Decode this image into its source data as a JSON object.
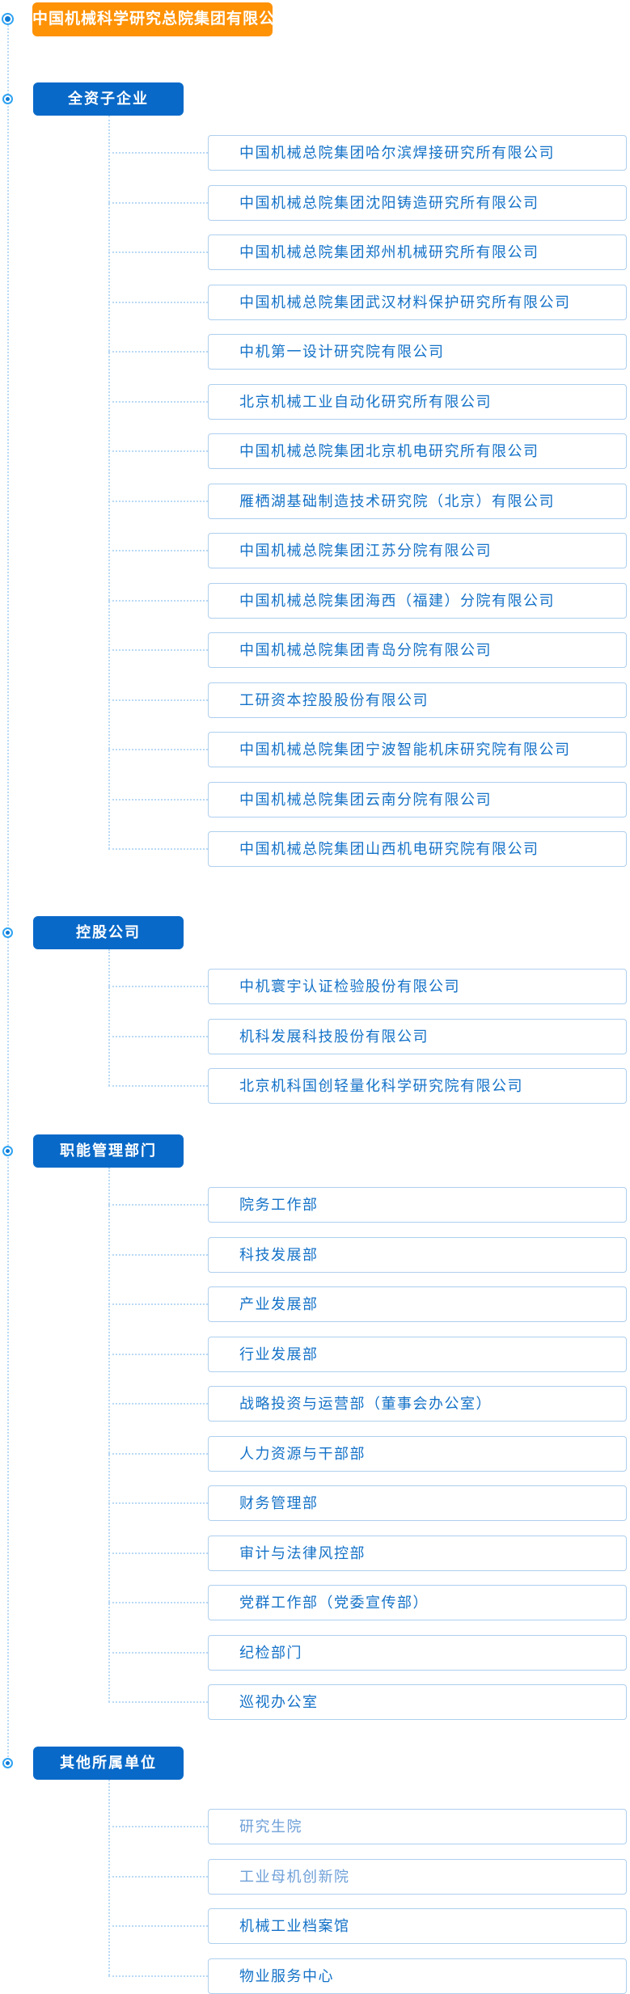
{
  "root": {
    "label": "中国机械科学研究总院集团有限公司"
  },
  "groups": [
    {
      "label": "全资子企业",
      "items": [
        "中国机械总院集团哈尔滨焊接研究所有限公司",
        "中国机械总院集团沈阳铸造研究所有限公司",
        "中国机械总院集团郑州机械研究所有限公司",
        "中国机械总院集团武汉材料保护研究所有限公司",
        "中机第一设计研究院有限公司",
        "北京机械工业自动化研究所有限公司",
        "中国机械总院集团北京机电研究所有限公司",
        "雁栖湖基础制造技术研究院（北京）有限公司",
        "中国机械总院集团江苏分院有限公司",
        "中国机械总院集团海西（福建）分院有限公司",
        "中国机械总院集团青岛分院有限公司",
        "工研资本控股股份有限公司",
        "中国机械总院集团宁波智能机床研究院有限公司",
        "中国机械总院集团云南分院有限公司",
        "中国机械总院集团山西机电研究院有限公司"
      ]
    },
    {
      "label": "控股公司",
      "items": [
        "中机寰宇认证检验股份有限公司",
        "机科发展科技股份有限公司",
        "北京机科国创轻量化科学研究院有限公司"
      ]
    },
    {
      "label": "职能管理部门",
      "items": [
        "院务工作部",
        "科技发展部",
        "产业发展部",
        "行业发展部",
        "战略投资与运营部（董事会办公室）",
        "人力资源与干部部",
        "财务管理部",
        "审计与法律风控部",
        "党群工作部（党委宣传部）",
        "纪检部门",
        "巡视办公室"
      ]
    },
    {
      "label": "其他所属单位",
      "items": [
        "研究生院",
        "工业母机创新院",
        "机械工业档案馆",
        "物业服务中心"
      ]
    }
  ],
  "icons": {
    "tree_bullet": "radio-dot-icon"
  },
  "colors": {
    "root_bg": "#ff9205",
    "category_bg": "#0969c8",
    "item_text": "#1472c8",
    "item_text_muted": "#6fa0d8",
    "item_border": "#aecfee",
    "connector": "#b9d9f5",
    "bullet_ring": "#2fa3f2",
    "bullet_dot": "#0f7ad6"
  }
}
